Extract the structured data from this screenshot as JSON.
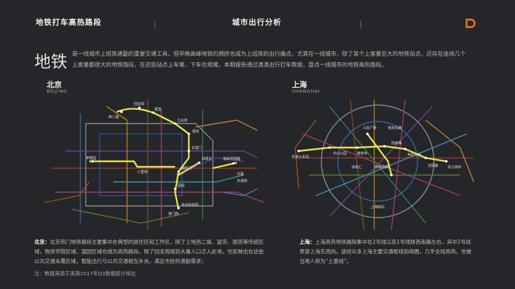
{
  "header": {
    "nav_left": "地铁打车高热路段",
    "nav_center": "城市出行分析"
  },
  "intro": {
    "title": "地铁",
    "text": "是一线城市上班族通勤的重要交通工具，但早晚高峰地铁的拥挤也成为上班族的出行痛点，尤其在一线城市，除了某个上客量巨大的地铁站点，还存在连续几个上客量都很大的地铁路段，在这些站点上车难，下车也艰难。本期报告通过滴滴出行打车数据，盘点一线城市的地铁高热路段。"
  },
  "beijing": {
    "name": "北京",
    "name_en": "BEIJING",
    "stations": [
      "西二旗",
      "回龙观",
      "霍营",
      "立水桥",
      "望京",
      "东直门",
      "朝阳门",
      "国贸",
      "苹果园",
      "物资学院路",
      "四惠东",
      "六里桥",
      "丰台科技园",
      "角门西",
      "次渠",
      "天通苑"
    ],
    "caption_label": "北京：",
    "caption_text": "北京热门地铁路段主要集中在典型的居住区和工作区，除了上地西二旗、望京、国贸等传统区域，物资学院区域、望园区域也成为高热路段，除了回龙观规划大量人口迁入此地，也反映出在这些公共交通未覆区域，智能出行与公共交通相互补充，满足市民的通勤需求；"
  },
  "shanghai": {
    "name": "上海",
    "name_en": "SHANGHAI",
    "stations": [
      "人民广场",
      "南京东路",
      "徐家汇",
      "中山公园",
      "静安寺",
      "陕西南路",
      "虹桥火车站",
      "世纪大道",
      "陆家嘴",
      "龙阳路",
      "张江高科",
      "上海南站"
    ],
    "caption_label": "上海：",
    "caption_text": "上海高热地铁路段集中在2号线以及1号线陕西南路左右，其中2号线贯穿上海东西向，途经众多上海主要交通枢纽和商圈，几乎全线高热，也被当地人称为“土豪线”。"
  },
  "footnote": "注：数据来源于滴滴2017年Q3数据统计得出",
  "colors": {
    "background": "#252629",
    "accent": "#f0701e",
    "highlight": "#e8e24a"
  },
  "icons": {
    "logo": "didi-logo-icon"
  }
}
